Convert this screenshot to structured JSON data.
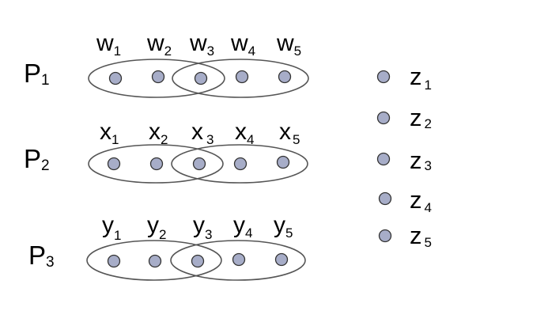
{
  "colors": {
    "node_fill": "#a7adc8",
    "node_stroke": "#333333",
    "ellipse_stroke": "#555555",
    "text": "#000000"
  },
  "rows": [
    {
      "label": {
        "main": "P",
        "sub": "1"
      },
      "nodes": [
        {
          "main": "w",
          "sub": "1"
        },
        {
          "main": "w",
          "sub": "2"
        },
        {
          "main": "w",
          "sub": "3"
        },
        {
          "main": "w",
          "sub": "4"
        },
        {
          "main": "w",
          "sub": "5"
        }
      ],
      "groups": [
        [
          1,
          2,
          3
        ],
        [
          3,
          4,
          5
        ]
      ]
    },
    {
      "label": {
        "main": "P",
        "sub": "2"
      },
      "nodes": [
        {
          "main": "x",
          "sub": "1"
        },
        {
          "main": "x",
          "sub": "2"
        },
        {
          "main": "x",
          "sub": "3"
        },
        {
          "main": "x",
          "sub": "4"
        },
        {
          "main": "x",
          "sub": "5"
        }
      ],
      "groups": [
        [
          1,
          2,
          3
        ],
        [
          3,
          4,
          5
        ]
      ]
    },
    {
      "label": {
        "main": "P",
        "sub": "3"
      },
      "nodes": [
        {
          "main": "y",
          "sub": "1"
        },
        {
          "main": "y",
          "sub": "2"
        },
        {
          "main": "y",
          "sub": "3"
        },
        {
          "main": "y",
          "sub": "4"
        },
        {
          "main": "y",
          "sub": "5"
        }
      ],
      "groups": [
        [
          1,
          2,
          3
        ],
        [
          3,
          4,
          5
        ]
      ]
    }
  ],
  "z_nodes": [
    {
      "main": "z",
      "sub": "1"
    },
    {
      "main": "z",
      "sub": "2"
    },
    {
      "main": "z",
      "sub": "3"
    },
    {
      "main": "z",
      "sub": "4"
    },
    {
      "main": "z",
      "sub": "5"
    }
  ]
}
